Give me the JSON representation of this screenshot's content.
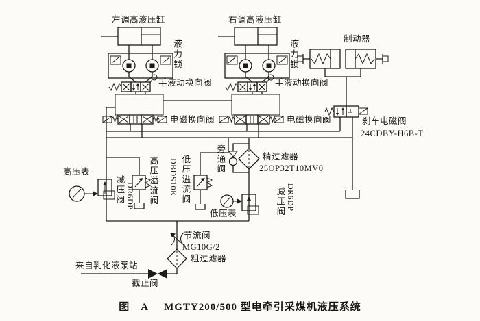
{
  "diagram": {
    "colors": {
      "line": "#1c1c1c",
      "background": "#fcfbf7"
    },
    "caption": {
      "fig": "图",
      "letter": "A",
      "title": "MGTY200/500 型电牵引采煤机液压系统"
    },
    "labels": {
      "left_cylinder": "左调高液压缸",
      "right_cylinder": "右调高液压缸",
      "hydraulic_lock_left": "液力锁",
      "hydraulic_lock_right": "液力锁",
      "manual_valve_left": "手液动换向阀",
      "manual_valve_right": "手液动换向阀",
      "solenoid_valve_left": "电磁换向阀",
      "solenoid_valve_right": "电磁换向阀",
      "brake": "制动器",
      "brake_solenoid_valve": "刹车电磁阀",
      "brake_solenoid_model": "24CDBY-H6B-T",
      "bypass_valve": "旁通阀",
      "fine_filter": "精过滤器",
      "fine_filter_model": "25OP32T10MV0",
      "high_pressure_gauge": "高压表",
      "low_pressure_gauge": "低压表",
      "reducing_valve_left": "减压阀",
      "reducing_valve_left_model": "DR6DP",
      "reducing_valve_right": "减压阀",
      "reducing_valve_right_model": "DR6DP",
      "high_pressure_relief_valve": "高压溢流阀",
      "high_pressure_relief_model": "DBDS10K",
      "low_pressure_relief_valve": "低压溢流阀",
      "throttle_valve": "节流阀",
      "throttle_model": "MG10G/2",
      "coarse_filter": "粗过滤器",
      "supply_source": "来自乳化液泵站",
      "stop_valve": "截止阀"
    }
  }
}
